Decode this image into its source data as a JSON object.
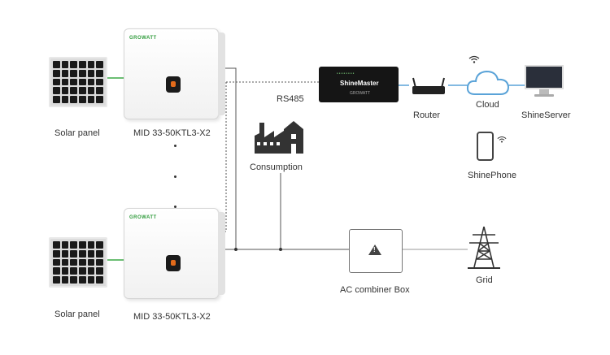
{
  "labels": {
    "solar_panel_top": "Solar panel",
    "solar_panel_bottom": "Solar panel",
    "inverter_top": "MID 33-50KTL3-X2",
    "inverter_bottom": "MID 33-50KTL3-X2",
    "rs485": "RS485",
    "consumption": "Consumption",
    "router": "Router",
    "cloud": "Cloud",
    "shineserver": "ShineServer",
    "shinephone": "ShinePhone",
    "ac_combiner": "AC combiner Box",
    "grid": "Grid"
  },
  "devices": {
    "shinemaster_label": "ShineMaster",
    "shinemaster_brand": "GROWATT",
    "inverter_brand_top": "GROWATT",
    "inverter_brand_bottom": "GROWATT"
  },
  "colors": {
    "dc_line": "#3aa845",
    "network_line": "#5aa3d8",
    "ac_line": "#444444"
  },
  "icons": [
    "solar-panel-icon",
    "inverter-icon",
    "datalogger-icon",
    "router-icon",
    "cloud-icon",
    "monitor-icon",
    "phone-icon",
    "factory-icon",
    "combiner-box-icon",
    "pylon-icon",
    "wifi-icon"
  ]
}
